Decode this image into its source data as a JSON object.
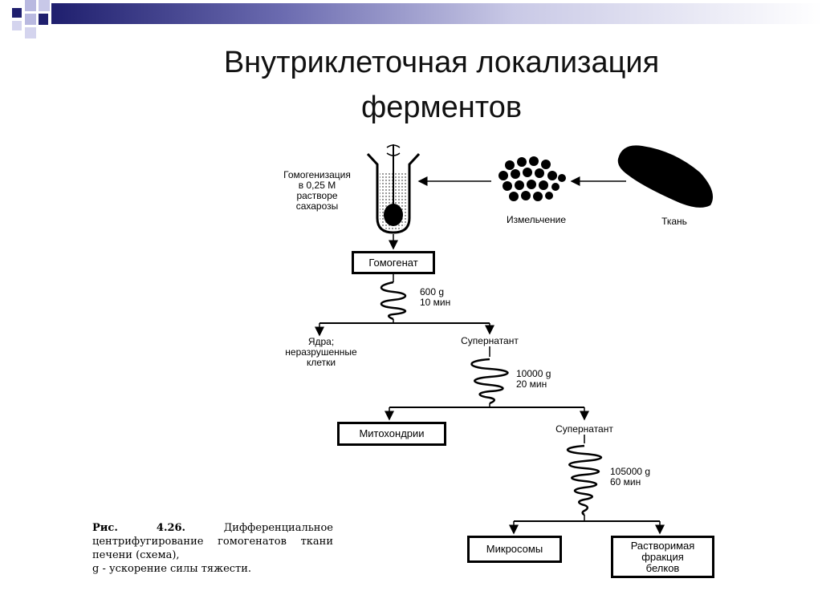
{
  "slide": {
    "title_line1": "Внутриклеточная локализация",
    "title_line2": "ферментов",
    "deco_colors": {
      "navy": "#1f1f6e",
      "lilac": "#b9b9e0",
      "gradient_end": "#ffffff"
    }
  },
  "diagram": {
    "homogenization_label": "Гомогенизация\nв 0,25 М\nрастворе\nсахарозы",
    "grinding_label": "Измельчение",
    "tissue_label": "Ткань",
    "homogenate_box": "Гомогенат",
    "step1_params": "600 g\n10 мин",
    "pellet1_label": "Ядра;\nнеразрушенные\nклетки",
    "supernatant1_label": "Супернатант",
    "step2_params": "10000 g\n20 мин",
    "mitochondria_box": "Митохондрии",
    "supernatant2_label": "Супернатант",
    "step3_params": "105000 g\n60 мин",
    "microsomes_box": "Микросомы",
    "soluble_box": "Растворимая\nфракция\nбелков"
  },
  "caption": {
    "fig_ref": "Рис. 4.26.",
    "text": "Дифференциальное центрифугирование гомогенатов ткани печени (схема),",
    "footnote": "g - ускорение силы тяжести."
  }
}
